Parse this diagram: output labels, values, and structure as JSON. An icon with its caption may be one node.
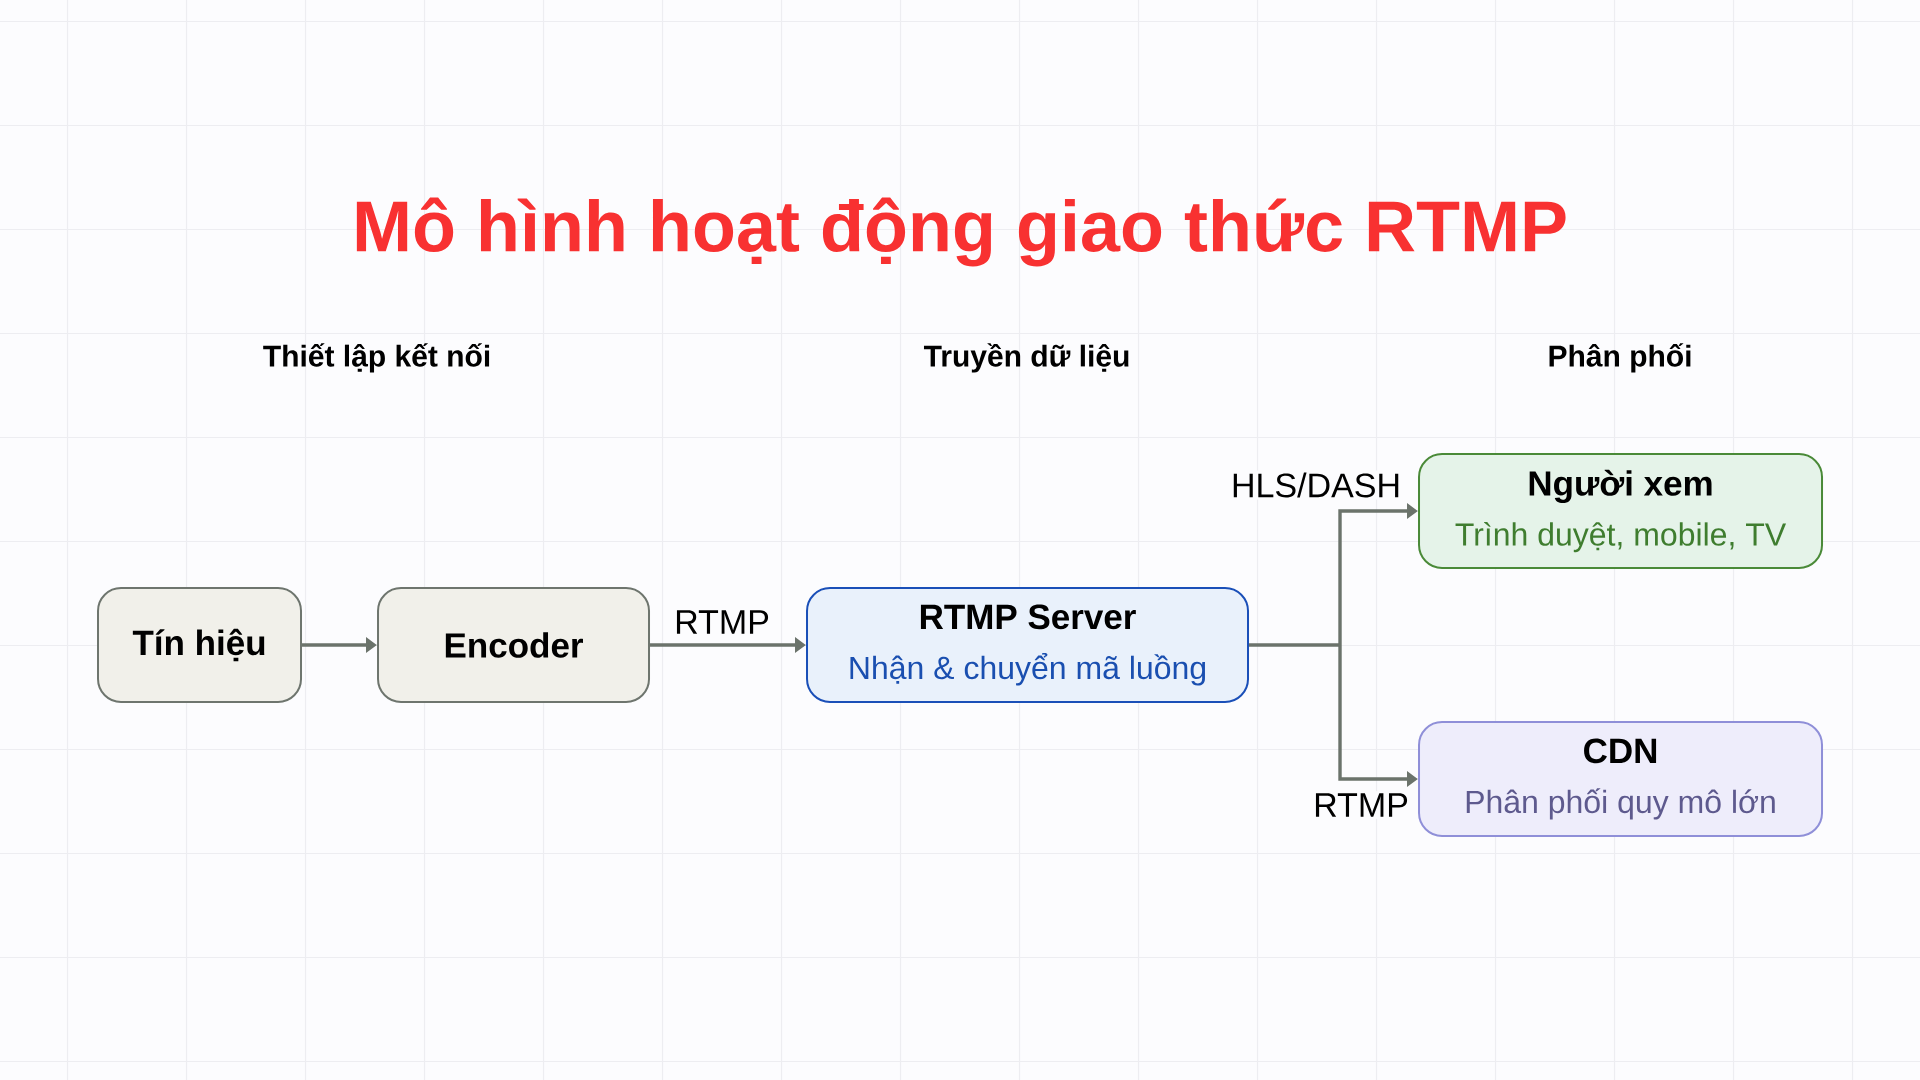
{
  "diagram": {
    "title": "Mô hình hoạt động giao thức RTMP",
    "nodes": [
      {
        "text": [
          "Tín hiệu"
        ]
      },
      {
        "text": [
          "Encoder"
        ]
      },
      {
        "text": [
          "RTMP Server",
          "Nhận & chuyển mã luồng"
        ]
      },
      {
        "text": [
          "Người xem",
          "Trình duyệt, mobile, TV"
        ]
      },
      {
        "text": [
          "CDN",
          "Phân phối quy mô lớn"
        ]
      }
    ],
    "edges": [
      {
        "from": 0,
        "to": 1,
        "arrow": "to"
      },
      {
        "from": 1,
        "to": 2,
        "arrow": "to",
        "label": "RTMP"
      },
      {
        "from": 2,
        "to": 3,
        "arrow": "to",
        "label": "HLS/DASH"
      },
      {
        "from": 2,
        "to": 4,
        "arrow": "to",
        "label": "RTMP"
      }
    ],
    "labels": [
      "Thiết lập kết nối",
      "Truyền dữ liệu",
      "Phân phối"
    ]
  }
}
